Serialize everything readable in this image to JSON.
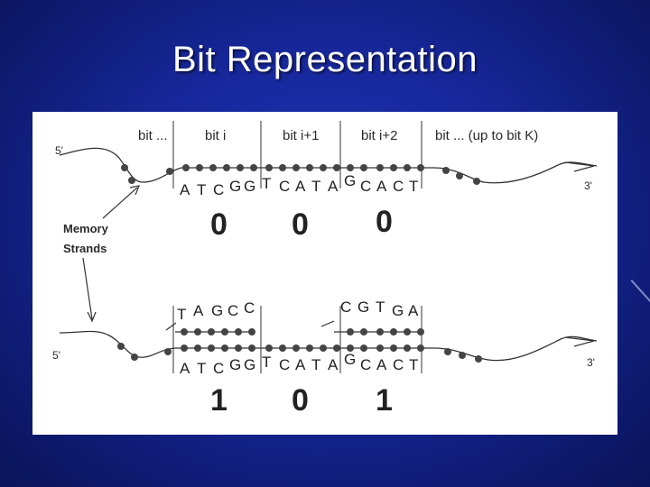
{
  "slide": {
    "title": "Bit Representation"
  },
  "diagram": {
    "bit_headers": [
      "bit ...",
      "bit i",
      "bit i+1",
      "bit i+2",
      "bit ... (up to bit K)"
    ],
    "strand_end_5": "5'",
    "strand_end_3": "3'",
    "memory_label_line1": "Memory",
    "memory_label_line2": "Strands",
    "top_sequence": [
      "A",
      "T",
      "C",
      "G",
      "G",
      "T",
      "C",
      "A",
      "T",
      "A",
      "G",
      "C",
      "A",
      "C",
      "T"
    ],
    "bottom_sequence": [
      "A",
      "T",
      "C",
      "G",
      "G",
      "T",
      "C",
      "A",
      "T",
      "A",
      "G",
      "C",
      "A",
      "C",
      "T"
    ],
    "sticker_left": [
      "T",
      "A",
      "G",
      "C",
      "C"
    ],
    "sticker_right": [
      "C",
      "G",
      "T",
      "G",
      "A"
    ],
    "top_bits": [
      "0",
      "0",
      "0"
    ],
    "bottom_bits": [
      "1",
      "0",
      "1"
    ]
  }
}
